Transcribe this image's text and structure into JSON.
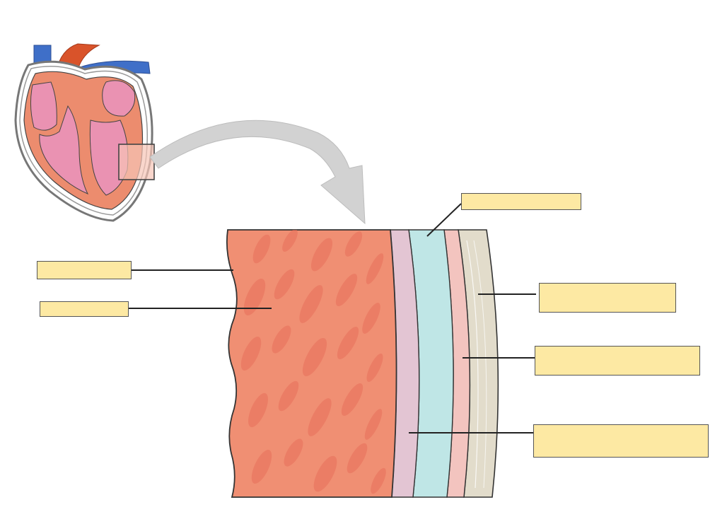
{
  "diagram": {
    "labels": [
      {
        "id": "label-blank-top-right",
        "text": ""
      },
      {
        "id": "label-blank-left-1",
        "text": ""
      },
      {
        "id": "label-blank-left-2",
        "text": ""
      },
      {
        "id": "label-blank-right-1",
        "text": ""
      },
      {
        "id": "label-blank-right-2",
        "text": ""
      },
      {
        "id": "label-blank-right-3",
        "text": ""
      }
    ],
    "colors": {
      "myocardium": "#f08f73",
      "myocardium_fibers": "#e8705a",
      "endocardium_layer": "#e3c5d3",
      "cavity_layer": "#bfe6e6",
      "serous_layer": "#f3c4bf",
      "fibrous_layer": "#e2dccb",
      "label_fill": "#fde9a3",
      "outline": "#333333",
      "arrow": "#cfcfcf",
      "heart_chamber": "#ea92b2",
      "heart_muscle": "#ec8c6e",
      "vessel_blue": "#3f6fc8",
      "vessel_red": "#d9532a"
    }
  }
}
